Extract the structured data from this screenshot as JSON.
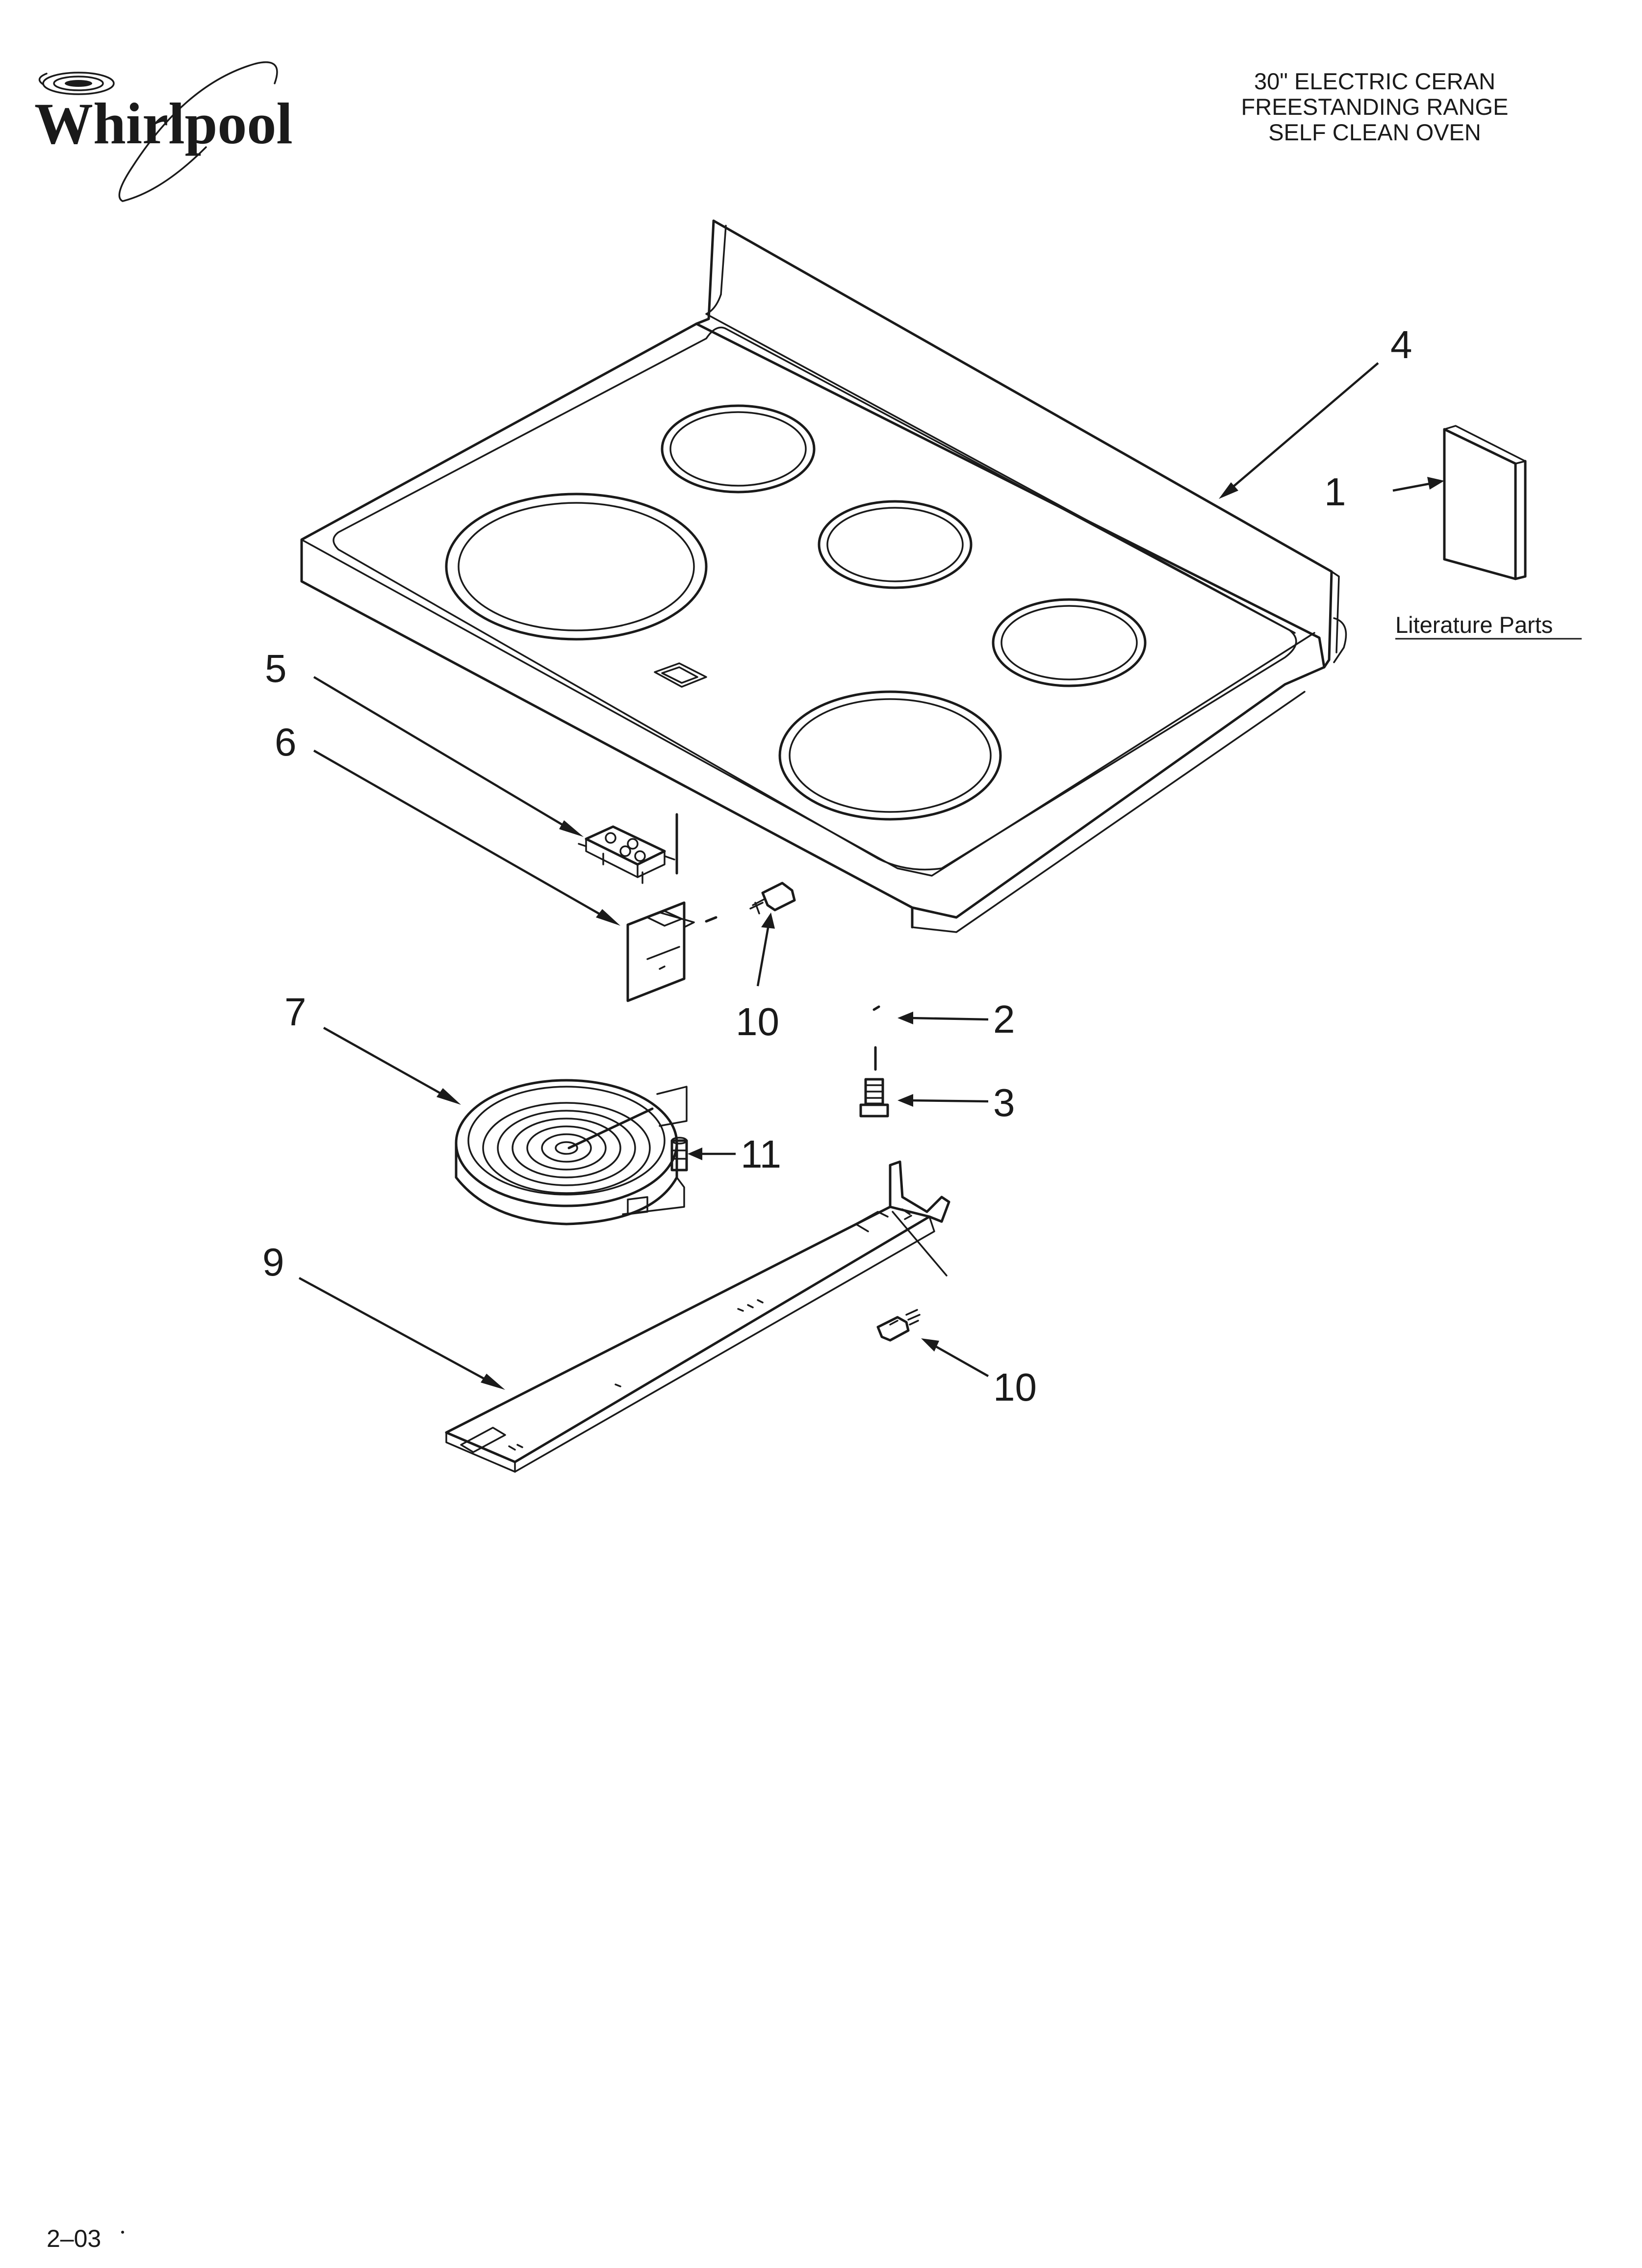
{
  "brand": {
    "name": "Whirlpool"
  },
  "header": {
    "lines": [
      "30\" ELECTRIC CERAN",
      "FREESTANDING RANGE",
      "SELF CLEAN OVEN"
    ]
  },
  "callouts": {
    "c1": "1",
    "c2": "2",
    "c3": "3",
    "c4": "4",
    "c5": "5",
    "c6": "6",
    "c7": "7",
    "c9": "9",
    "c10a": "10",
    "c10b": "10",
    "c11": "11"
  },
  "literature_label": "Literature Parts",
  "footer": {
    "code": "2–03"
  }
}
